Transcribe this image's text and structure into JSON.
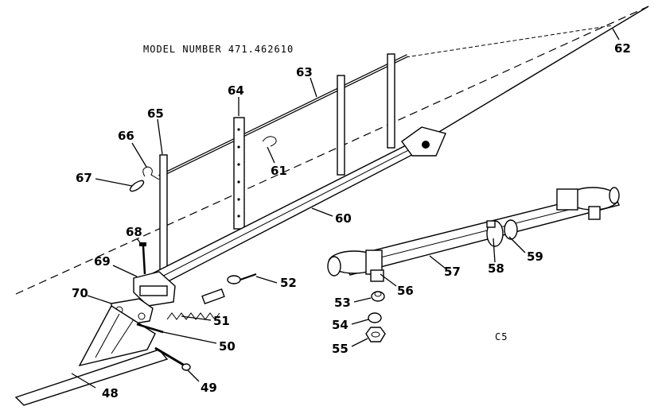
{
  "header": {
    "model_number": "MODEL NUMBER 471.462610"
  },
  "corner_code": "C5",
  "parts": [
    {
      "id": "48",
      "label": "48"
    },
    {
      "id": "49",
      "label": "49"
    },
    {
      "id": "50",
      "label": "50"
    },
    {
      "id": "51",
      "label": "51"
    },
    {
      "id": "52",
      "label": "52"
    },
    {
      "id": "53",
      "label": "53"
    },
    {
      "id": "54",
      "label": "54"
    },
    {
      "id": "55",
      "label": "55"
    },
    {
      "id": "56",
      "label": "56"
    },
    {
      "id": "57",
      "label": "57"
    },
    {
      "id": "58",
      "label": "58"
    },
    {
      "id": "59",
      "label": "59"
    },
    {
      "id": "60",
      "label": "60"
    },
    {
      "id": "61",
      "label": "61"
    },
    {
      "id": "62",
      "label": "62"
    },
    {
      "id": "63",
      "label": "63"
    },
    {
      "id": "64",
      "label": "64"
    },
    {
      "id": "65",
      "label": "65"
    },
    {
      "id": "66",
      "label": "66"
    },
    {
      "id": "67",
      "label": "67"
    },
    {
      "id": "68",
      "label": "68"
    },
    {
      "id": "69",
      "label": "69"
    },
    {
      "id": "70",
      "label": "70"
    }
  ]
}
